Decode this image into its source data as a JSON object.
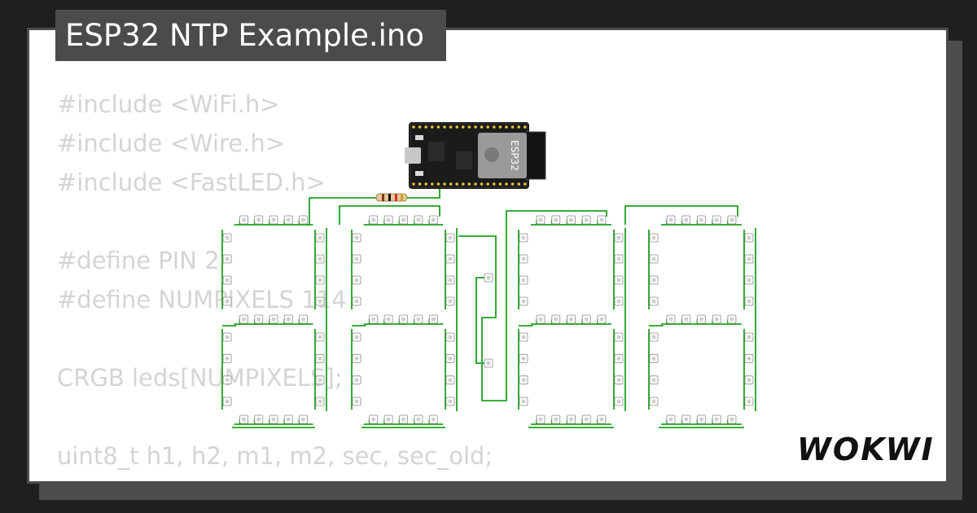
{
  "project": {
    "title": "ESP32 NTP Example.ino"
  },
  "code_lines": [
    "#include <WiFi.h>",
    "#include <Wire.h>",
    "#include <FastLED.h>",
    "",
    "#define PIN 2",
    "#define NUMPIXELS 114",
    "",
    "CRGB leds[NUMPIXELS];",
    "",
    "uint8_t h1, h2, m1, m2, sec, sec_old;"
  ],
  "board": {
    "label": "ESP32",
    "icon": "esp32-devkit-icon"
  },
  "display": {
    "digit_count": 4,
    "colon_dots": 2
  },
  "brand": {
    "logo_text": "WOKWI",
    "logo_icon": "wokwi-logo-icon"
  },
  "colors": {
    "wire": "#1fa01f",
    "board": "#1b1b1b",
    "pin": "#e8c23a",
    "code_text": "#d4d4d4",
    "title_bg": "#4b4b4b"
  }
}
